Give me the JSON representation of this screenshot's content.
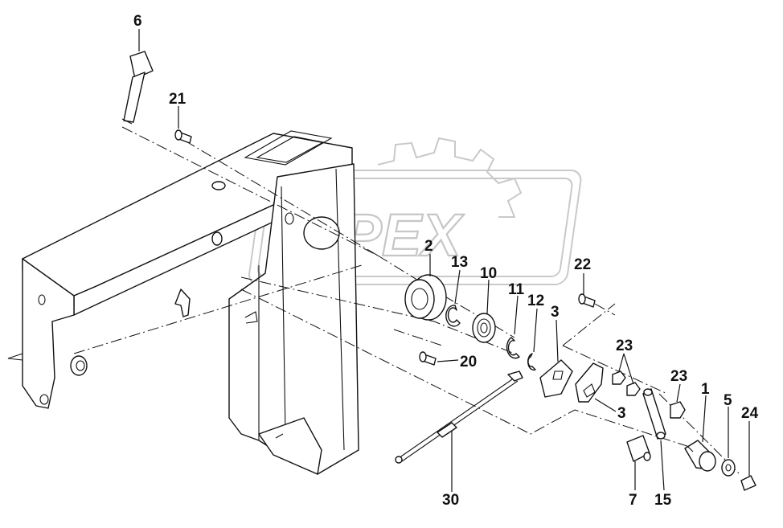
{
  "watermark": {
    "text": "OPEX"
  },
  "callouts": [
    {
      "id": "c6",
      "label": "6"
    },
    {
      "id": "c21",
      "label": "21"
    },
    {
      "id": "c2",
      "label": "2"
    },
    {
      "id": "c13",
      "label": "13"
    },
    {
      "id": "c10",
      "label": "10"
    },
    {
      "id": "c11",
      "label": "11"
    },
    {
      "id": "c12",
      "label": "12"
    },
    {
      "id": "c3a",
      "label": "3"
    },
    {
      "id": "c22",
      "label": "22"
    },
    {
      "id": "c20",
      "label": "20"
    },
    {
      "id": "c23a",
      "label": "23"
    },
    {
      "id": "c23b",
      "label": "23"
    },
    {
      "id": "c1",
      "label": "1"
    },
    {
      "id": "c5",
      "label": "5"
    },
    {
      "id": "c24",
      "label": "24"
    },
    {
      "id": "c3b",
      "label": "3"
    },
    {
      "id": "c30",
      "label": "30"
    },
    {
      "id": "c7",
      "label": "7"
    },
    {
      "id": "c15",
      "label": "15"
    }
  ]
}
